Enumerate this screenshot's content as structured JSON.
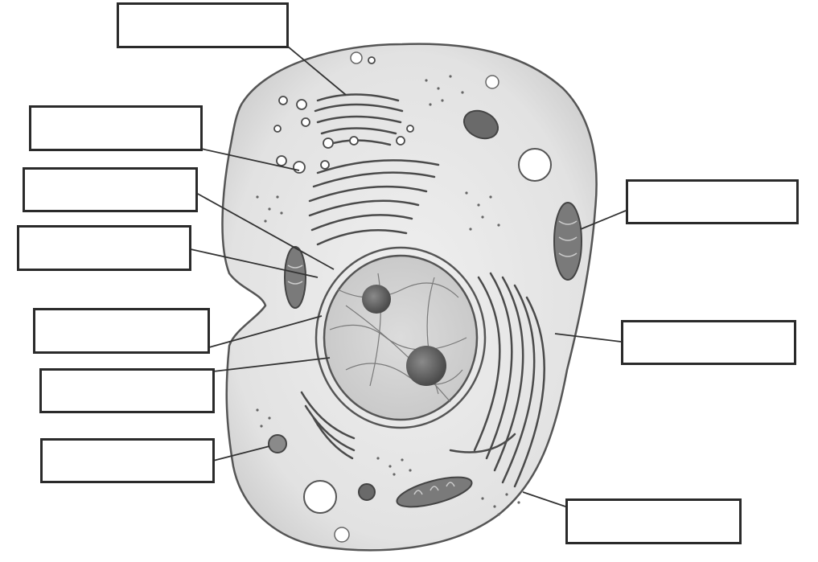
{
  "diagram": {
    "subject": "animal-cell-organelles",
    "colors": {
      "cell_fill": "#e8e8e8",
      "cell_outline": "#555555",
      "organelle_stroke": "#4a4a4a",
      "dark_fill": "#6a6a6a",
      "box_border": "#2a2a2a",
      "leader_line": "#333333"
    },
    "labels": [
      {
        "id": "label-1",
        "text": ""
      },
      {
        "id": "label-2",
        "text": ""
      },
      {
        "id": "label-3",
        "text": ""
      },
      {
        "id": "label-4",
        "text": ""
      },
      {
        "id": "label-5",
        "text": ""
      },
      {
        "id": "label-6",
        "text": ""
      },
      {
        "id": "label-7",
        "text": ""
      },
      {
        "id": "label-8",
        "text": ""
      },
      {
        "id": "label-9",
        "text": ""
      },
      {
        "id": "label-10",
        "text": ""
      }
    ]
  }
}
